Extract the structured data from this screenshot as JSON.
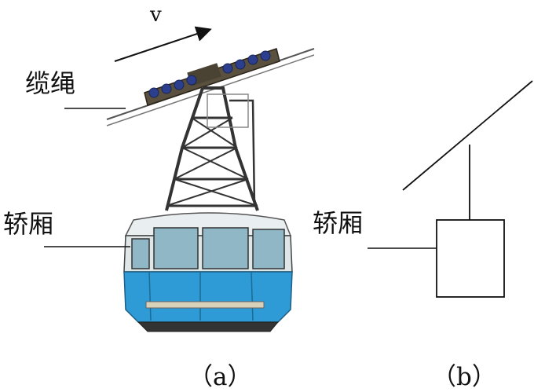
{
  "labels": {
    "velocity": "v",
    "cable": "缆绳",
    "cabin_a": "轿厢",
    "cabin_b": "轿厢",
    "fig_a": "（a）",
    "fig_b": "（b）"
  },
  "colors": {
    "cabin_body": "#2f9bd6",
    "cabin_top": "#e9eef0",
    "frame": "#3a3a3a",
    "ink": "#111111"
  }
}
